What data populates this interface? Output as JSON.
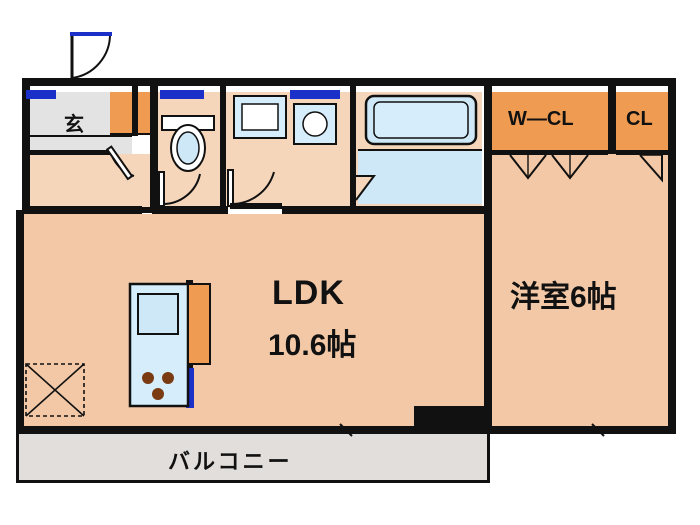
{
  "plan": {
    "type": "floor-plan",
    "title": "",
    "rooms": [
      {
        "id": "ldk",
        "label": "LDK",
        "area_label": "10.6帖"
      },
      {
        "id": "washitsu",
        "label": "洋室6帖"
      },
      {
        "id": "entrance",
        "label": "玄"
      },
      {
        "id": "balcony",
        "label": "バルコニー"
      }
    ],
    "closets": [
      {
        "id": "walk-closet",
        "label": "W—CL"
      },
      {
        "id": "closet",
        "label": "CL"
      }
    ],
    "colors": {
      "room_fill": "#f2c8a6",
      "room_fill_light": "#f6d6bb",
      "closet_fill": "#ef9c52",
      "entry_fill": "#e3e3e3",
      "balcony_fill": "#e2dedb",
      "wall": "#111111",
      "window_blue": "#1b30c8",
      "water_fill": "#cfe8f7"
    }
  }
}
